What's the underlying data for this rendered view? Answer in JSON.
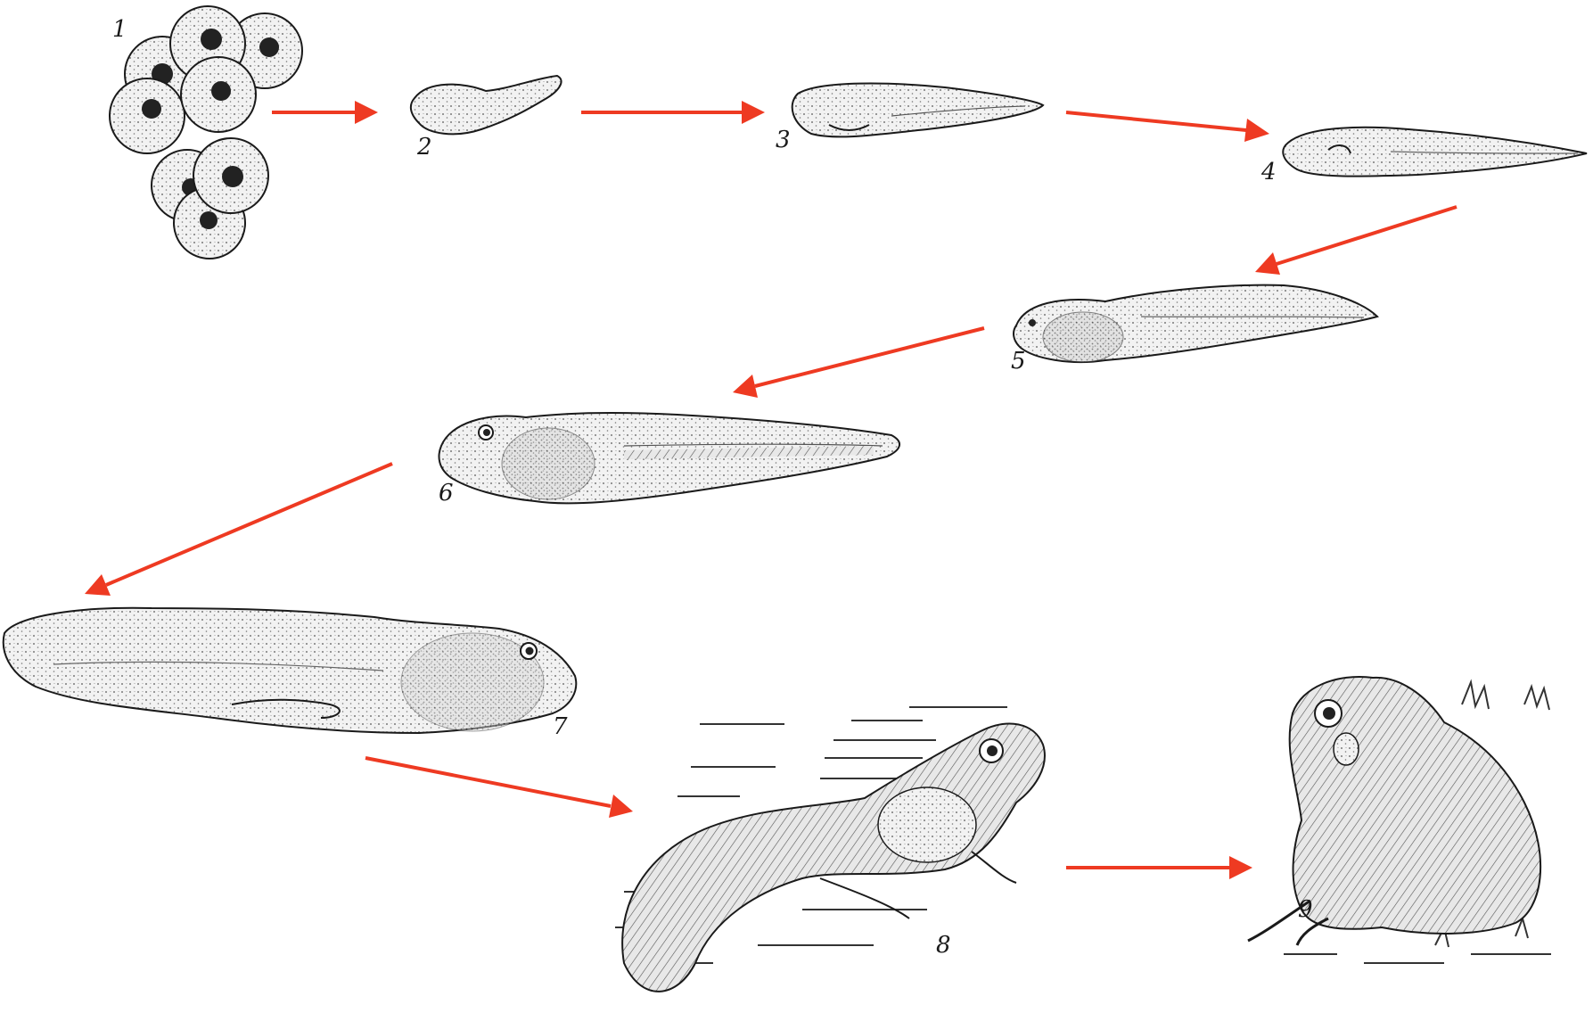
{
  "diagram": {
    "arrow_color": "#ee3a22",
    "ink_color": "#1a1a1a",
    "fill_color": "#eeeeee",
    "stages": [
      {
        "label": "1",
        "name": "eggs"
      },
      {
        "label": "2",
        "name": "embryo"
      },
      {
        "label": "3",
        "name": "hatched-larva"
      },
      {
        "label": "4",
        "name": "early-tadpole"
      },
      {
        "label": "5",
        "name": "tadpole"
      },
      {
        "label": "6",
        "name": "tadpole-with-gills"
      },
      {
        "label": "7",
        "name": "tadpole-with-hind-legs"
      },
      {
        "label": "8",
        "name": "froglet-with-tail"
      },
      {
        "label": "9",
        "name": "adult-frog"
      }
    ]
  }
}
